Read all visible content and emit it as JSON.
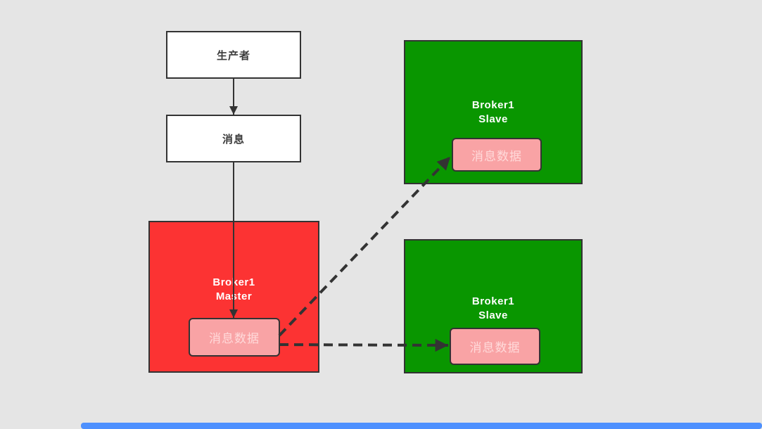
{
  "diagram": {
    "background_color": "#e5e5e5",
    "border_color": "#333333",
    "nodes": {
      "producer": {
        "label": "生产者",
        "fill": "#ffffff",
        "text_color": "#3b3b3b"
      },
      "message": {
        "label": "消息",
        "fill": "#ffffff",
        "text_color": "#3b3b3b"
      },
      "broker_master": {
        "title_line1": "Broker1",
        "title_line2": "Master",
        "fill": "#fc3333",
        "title_color": "#ffffff",
        "chip": {
          "label": "消息数据",
          "fill": "#f9a3a5",
          "text_color": "#ffdada"
        }
      },
      "broker_slave_top": {
        "title_line1": "Broker1",
        "title_line2": "Slave",
        "fill": "#099600",
        "title_color": "#ffffff",
        "chip": {
          "label": "消息数据",
          "fill": "#f9a3a5",
          "text_color": "#ffdada"
        }
      },
      "broker_slave_bottom": {
        "title_line1": "Broker1",
        "title_line2": "Slave",
        "fill": "#099600",
        "title_color": "#ffffff",
        "chip": {
          "label": "消息数据",
          "fill": "#f9a3a5",
          "text_color": "#ffdada"
        }
      }
    },
    "edges": [
      {
        "name": "producer-to-message",
        "style": "solid"
      },
      {
        "name": "message-to-master-data",
        "style": "solid"
      },
      {
        "name": "master-data-to-slave-top-data",
        "style": "dashed"
      },
      {
        "name": "master-data-to-slave-bottom-data",
        "style": "dashed"
      }
    ],
    "scrollbar": {
      "color": "#4d90fe"
    }
  }
}
